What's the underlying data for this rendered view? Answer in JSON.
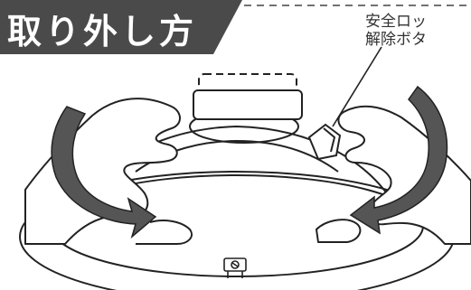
{
  "header": {
    "title": "取り外し方",
    "title_bg": "#4a4a4a",
    "title_color": "#ffffff"
  },
  "callout": {
    "line1": "安全ロッ",
    "line2": "解除ボタ"
  },
  "illustration": {
    "subject": "pressure-cooker-lid",
    "arrows": "rotation-arrows",
    "arrow_color": "#555555",
    "line_color": "#222222"
  }
}
